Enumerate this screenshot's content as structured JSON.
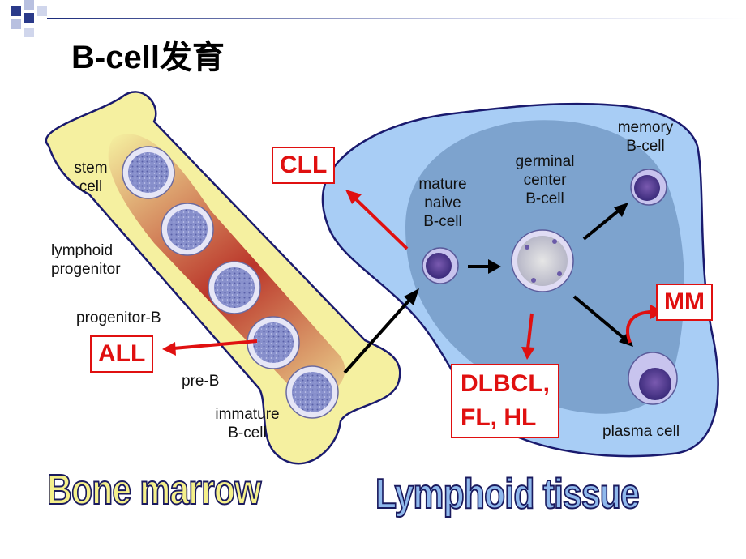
{
  "title": "B-cell发育",
  "colors": {
    "bone_fill": "#f5f0a0",
    "bone_outline": "#1a1a6e",
    "tissue_fill": "#a8cdf5",
    "germinal_fill": "#6f94c0",
    "disease_red": "#e01010",
    "bone_marrow_text": "#f5f08a",
    "lymphoid_text": "#8fb8ec"
  },
  "bone_labels": {
    "stem_cell": "stem\ncell",
    "lymphoid_progenitor": "lymphoid\nprogenitor",
    "progenitor_b": "progenitor-B",
    "pre_b": "pre-B",
    "immature_b": "immature\nB-cell"
  },
  "tissue_labels": {
    "mature_naive": "mature\nnaive\nB-cell",
    "germinal_center": "germinal\ncenter\nB-cell",
    "memory": "memory\nB-cell",
    "plasma": "plasma cell"
  },
  "diseases": {
    "cll": "CLL",
    "all": "ALL",
    "mm": "MM",
    "dlbcl": "DLBCL,\nFL, HL"
  },
  "regions": {
    "bone_marrow": "Bone marrow",
    "lymphoid_tissue": "Lymphoid tissue"
  },
  "icons": [
    "corner-squares-icon",
    "cell-icon",
    "arrow-icon"
  ]
}
